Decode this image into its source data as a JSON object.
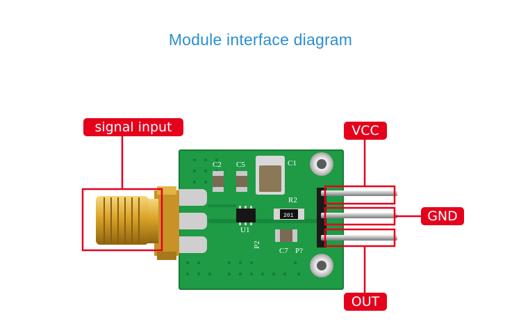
{
  "title": "Module interface diagram",
  "labels": {
    "signal_input": "signal input",
    "vcc": "VCC",
    "gnd": "GND",
    "out": "OUT"
  },
  "silkscreen": {
    "c2": "C2",
    "c5": "C5",
    "c1": "C1",
    "r2": "R2",
    "u1": "U1",
    "p2": "P2",
    "c7": "C7",
    "p7": "P?",
    "resistor_code": "201"
  },
  "colors": {
    "title": "#2a8fd0",
    "label_bg": "#e5001c",
    "outline": "#e5001c",
    "pcb": "#1f9a45"
  }
}
